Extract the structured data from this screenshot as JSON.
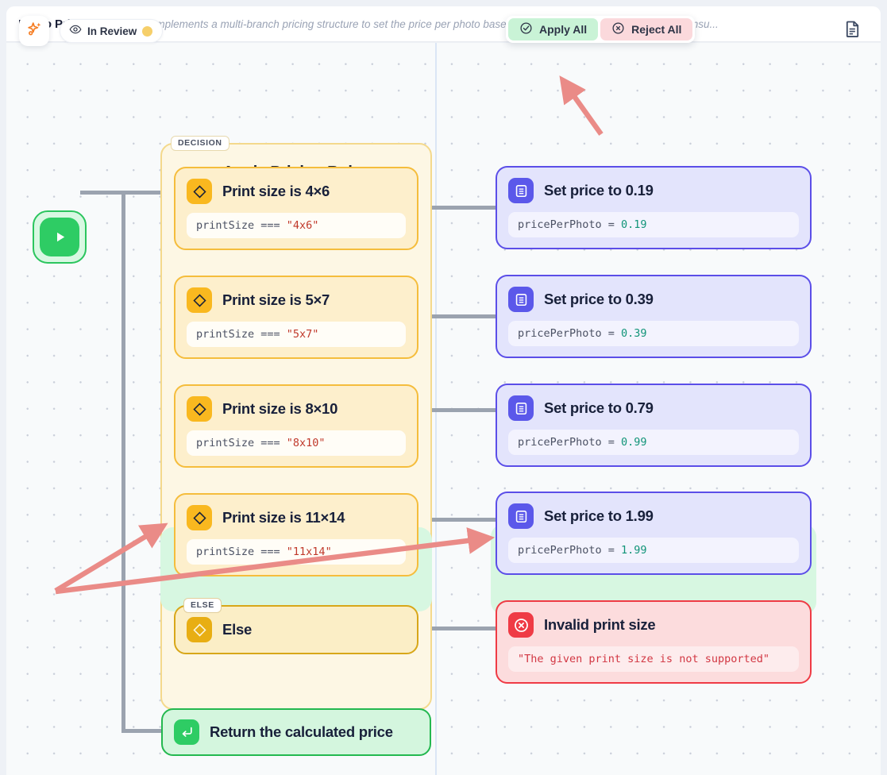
{
  "header": {
    "title": "Photo Price Calculator",
    "subtitle": "Implements a multi-branch pricing structure to set the price per photo based on its size, including logic to handle unsu..."
  },
  "toolbar": {
    "ai_icon": "sparkle-icon",
    "status_label": "In Review",
    "status_icon": "eye-icon",
    "status_dot_color": "#f6cf6a",
    "apply_all_label": "Apply All",
    "apply_all_icon": "check-circle-icon",
    "reject_all_label": "Reject All",
    "reject_all_icon": "x-circle-icon",
    "doc_icon": "document-icon"
  },
  "flow": {
    "start": {
      "icon": "play-icon"
    },
    "decision_group": {
      "badge": "DECISION",
      "title": "Apply Pricing Rules"
    },
    "branches": [
      {
        "badge": null,
        "icon": "diamond-icon",
        "title": "Print size is 4×6",
        "code_prefix": "printSize === ",
        "code_value": "\"4x6\"",
        "highlighted": false
      },
      {
        "badge": null,
        "icon": "diamond-icon",
        "title": "Print size is 5×7",
        "code_prefix": "printSize === ",
        "code_value": "\"5x7\"",
        "highlighted": false
      },
      {
        "badge": null,
        "icon": "diamond-icon",
        "title": "Print size is 8×10",
        "code_prefix": "printSize === ",
        "code_value": "\"8x10\"",
        "highlighted": false
      },
      {
        "badge": null,
        "icon": "diamond-icon",
        "title": "Print size is 11×14",
        "code_prefix": "printSize === ",
        "code_value": "\"11x14\"",
        "highlighted": true
      },
      {
        "badge": "ELSE",
        "icon": "diamond-icon",
        "title": "Else",
        "code_prefix": null,
        "code_value": null,
        "highlighted": false
      }
    ],
    "actions": [
      {
        "kind": "action",
        "icon": "assignment-icon",
        "title": "Set price to 0.19",
        "code_prefix": "pricePerPhoto = ",
        "code_value": "0.19",
        "highlighted": false
      },
      {
        "kind": "action",
        "icon": "assignment-icon",
        "title": "Set price to 0.39",
        "code_prefix": "pricePerPhoto = ",
        "code_value": "0.39",
        "highlighted": false
      },
      {
        "kind": "action",
        "icon": "assignment-icon",
        "title": "Set price to 0.79",
        "code_prefix": "pricePerPhoto = ",
        "code_value": "0.99",
        "highlighted": false
      },
      {
        "kind": "action",
        "icon": "assignment-icon",
        "title": "Set price to 1.99",
        "code_prefix": "pricePerPhoto = ",
        "code_value": "1.99",
        "highlighted": true
      },
      {
        "kind": "error",
        "icon": "error-circle-icon",
        "title": "Invalid print size",
        "code_prefix": "\"The given print size is not supported\"",
        "code_value": null,
        "highlighted": false
      }
    ],
    "return_node": {
      "icon": "return-arrow-icon",
      "title": "Return the calculated price"
    }
  },
  "colors": {
    "condition_accent": "#f9b81f",
    "action_accent": "#5b58ea",
    "error_accent": "#ef3b45",
    "return_accent": "#2ecc64",
    "highlight": "#d7f7e1",
    "annotation_arrow": "#ea8b87"
  }
}
